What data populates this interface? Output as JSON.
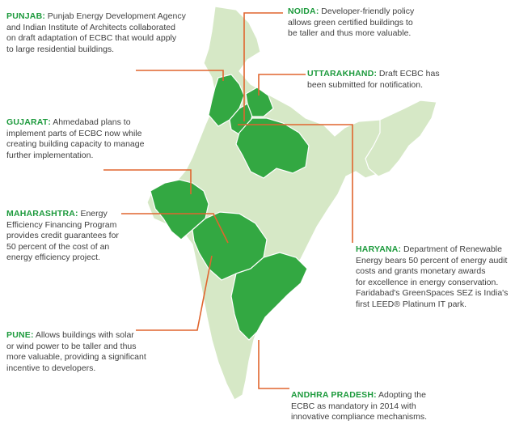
{
  "colors": {
    "highlight_state": "#33a842",
    "other_state": "#d6e8c6",
    "border": "#ffffff",
    "leader_line": "#e0652e",
    "state_name": "#1c9a3c",
    "body_text": "#3f3f3f"
  },
  "callouts": [
    {
      "name": "PUNJAB",
      "lines": [
        "Punjab Energy Development Agency",
        "and Indian Institute of Architects collaborated",
        "on draft adaptation of ECBC that would apply",
        "to large residential buildings."
      ]
    },
    {
      "name": "NOIDA",
      "lines": [
        "Developer-friendly policy",
        "allows green certified buildings to",
        "be taller and thus more valuable."
      ]
    },
    {
      "name": "UTTARAKHAND",
      "lines": [
        "Draft ECBC has",
        "been submitted for notification."
      ]
    },
    {
      "name": "GUJARAT",
      "lines": [
        "Ahmedabad plans to",
        "implement parts of ECBC now while",
        "creating building capacity to manage",
        "further implementation."
      ]
    },
    {
      "name": "MAHARASHTRA",
      "lines": [
        "Energy",
        "Efficiency Financing Program",
        "provides credit guarantees for",
        "50 percent of the cost of an",
        "energy efficiency project."
      ]
    },
    {
      "name": "HARYANA",
      "lines": [
        "Department of Renewable",
        "Energy bears 50 percent of energy audit",
        "costs and grants monetary awards",
        "for excellence in energy conservation.",
        "Faridabad's GreenSpaces SEZ is India's",
        "first LEED® Platinum IT park."
      ]
    },
    {
      "name": "PUNE",
      "lines": [
        "Allows buildings with solar",
        "or wind power to be taller and thus",
        "more valuable, providing a significant",
        "incentive to developers."
      ]
    },
    {
      "name": "ANDHRA PRADESH",
      "lines": [
        "Adopting the",
        "ECBC as mandatory in 2014 with",
        "innovative compliance mechanisms."
      ]
    }
  ]
}
